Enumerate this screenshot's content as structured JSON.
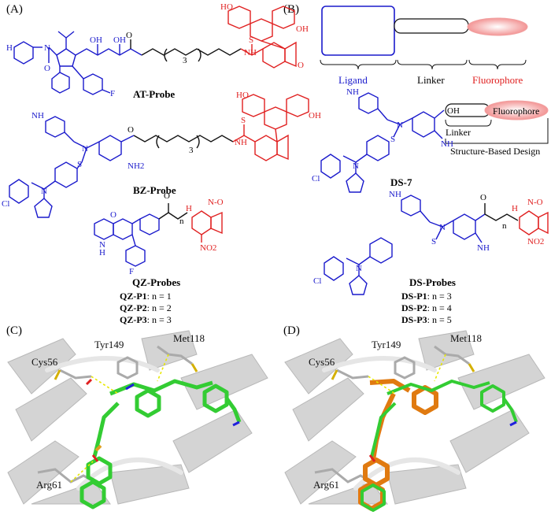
{
  "panels": {
    "A": {
      "letter": "(A)",
      "probes": [
        {
          "name": "AT-Probe",
          "subscript": "3"
        },
        {
          "name": "BZ-Probe",
          "subscript": "3",
          "group": "NH2"
        },
        {
          "name": "QZ-Probes",
          "subscript": "n"
        }
      ],
      "qz_series": [
        {
          "label": "QZ-P1",
          "rest": ": n = 1"
        },
        {
          "label": "QZ-P2",
          "rest": ": n = 2"
        },
        {
          "label": "QZ-P3",
          "rest": ": n = 3"
        }
      ],
      "atoms": {
        "F": "F",
        "OH": "OH",
        "HO": "HO",
        "N": "N",
        "NH": "NH",
        "H": "H",
        "O": "O",
        "S": "S",
        "NO2": "NO2"
      }
    },
    "B": {
      "letter": "(B)",
      "schematic": {
        "ligand": "Ligand",
        "linker": "Linker",
        "fluorophore": "Fluorophore"
      },
      "ds7": {
        "name": "DS-7",
        "fluorophore": "Fluorophore",
        "linker": "Linker",
        "design": "Structure-Based Design",
        "oh": "OH"
      },
      "ds_probes": {
        "name": "DS-Probes",
        "subscript": "n"
      },
      "ds_series": [
        {
          "label": "DS-P1",
          "rest": ": n = 3"
        },
        {
          "label": "DS-P2",
          "rest": ": n = 4"
        },
        {
          "label": "DS-P3",
          "rest": ": n = 5"
        }
      ]
    },
    "C": {
      "letter": "(C)",
      "residues": {
        "tyr": "Tyr149",
        "met": "Met118",
        "cys": "Cys56",
        "arg": "Arg61"
      }
    },
    "D": {
      "letter": "(D)",
      "residues": {
        "tyr": "Tyr149",
        "met": "Met118",
        "cys": "Cys56",
        "arg": "Arg61"
      }
    }
  },
  "colors": {
    "ligand_blue": "#1a1acc",
    "fluorophore_red": "#e02020",
    "ligand_green": "#33cc33",
    "overlay_orange": "#e07a10",
    "protein_gray": "#c8c8c8"
  }
}
